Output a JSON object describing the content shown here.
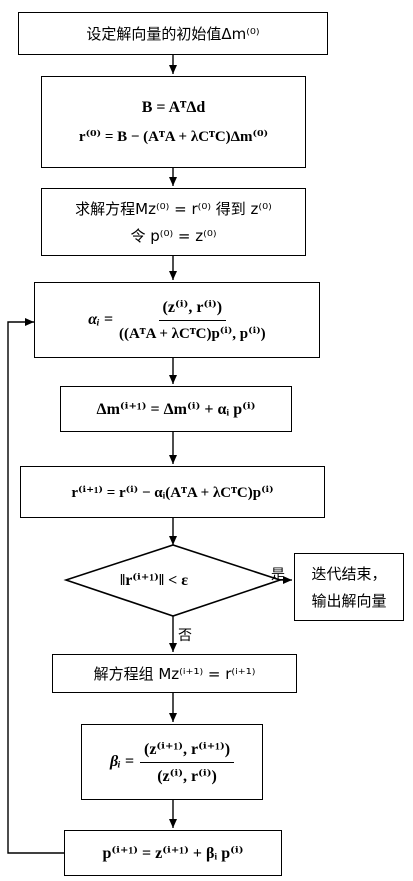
{
  "flow": {
    "init": "设定解向量的初始值Δm⁽⁰⁾",
    "b_eq": "B = AᵀΔd",
    "r0_eq": "r⁽⁰⁾ = B − (AᵀA + λCᵀC)Δm⁽⁰⁾",
    "solve_line1": "求解方程Mz⁽⁰⁾ = r⁽⁰⁾ 得到 z⁽⁰⁾",
    "solve_line2": "令 p⁽⁰⁾ = z⁽⁰⁾",
    "alpha_lhs": "αᵢ =",
    "alpha_num": "(z⁽ⁱ⁾, r⁽ⁱ⁾)",
    "alpha_den": "((AᵀA + λCᵀC)p⁽ⁱ⁾, p⁽ⁱ⁾)",
    "dm_update": "Δm⁽ⁱ⁺¹⁾ = Δm⁽ⁱ⁾ + αᵢ p⁽ⁱ⁾",
    "r_update": "r⁽ⁱ⁺¹⁾ = r⁽ⁱ⁾ − αᵢ(AᵀA + λCᵀC)p⁽ⁱ⁾",
    "condition": "‖r⁽ⁱ⁺¹⁾‖ < ε",
    "yes_label": "是",
    "no_label": "否",
    "end_line1": "迭代结束，",
    "end_line2": "输出解向量",
    "solve_system": "解方程组 Mz⁽ⁱ⁺¹⁾ = r⁽ⁱ⁺¹⁾",
    "beta_lhs": "βᵢ =",
    "beta_num": "(z⁽ⁱ⁺¹⁾, r⁽ⁱ⁺¹⁾)",
    "beta_den": "(z⁽ⁱ⁾, r⁽ⁱ⁾)",
    "p_update": "p⁽ⁱ⁺¹⁾ = z⁽ⁱ⁺¹⁾ + βᵢ p⁽ⁱ⁾"
  }
}
